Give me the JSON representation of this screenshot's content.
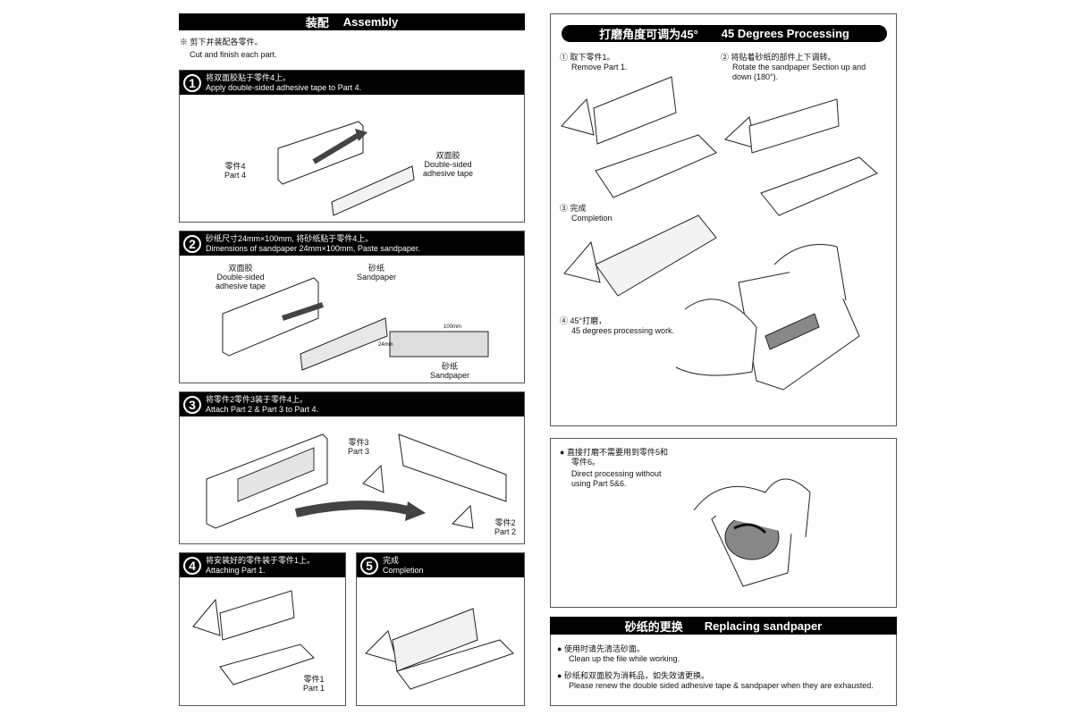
{
  "assembly": {
    "title_cn": "装配",
    "title_en": "Assembly",
    "note_cn": "※ 剪下并装配各零件。",
    "note_en": "Cut and finish each part."
  },
  "steps": [
    {
      "num": "1",
      "cn": "将双面胶贴于零件4上。",
      "en": "Apply double-sided adhesive tape to Part 4.",
      "labels": {
        "part_cn": "零件4",
        "part_en": "Part 4",
        "tape_cn": "双面胶",
        "tape_en1": "Double-sided",
        "tape_en2": "adhesive tape"
      }
    },
    {
      "num": "2",
      "cn": "砂纸尺寸24mm×100mm, 将砂纸贴于零件4上。",
      "en": "Dimensions of sandpaper 24mm×100mm, Paste sandpaper.",
      "labels": {
        "tape_cn": "双面胶",
        "tape_en1": "Double-sided",
        "tape_en2": "adhesive tape",
        "sand_cn": "砂纸",
        "sand_en": "Sandpaper",
        "dim_w": "100mm",
        "dim_h": "24mm",
        "sand2_cn": "砂纸",
        "sand2_en": "Sandpaper"
      }
    },
    {
      "num": "3",
      "cn": "将零件2零件3装于零件4上。",
      "en": "Attach Part 2 & Part 3 to Part 4.",
      "labels": {
        "p3_cn": "零件3",
        "p3_en": "Part 3",
        "p2_cn": "零件2",
        "p2_en": "Part 2"
      }
    },
    {
      "num": "4",
      "cn": "将安装好的零件装于零件1上。",
      "en": "Attaching Part 1.",
      "labels": {
        "p1_cn": "零件1",
        "p1_en": "Part 1"
      }
    },
    {
      "num": "5",
      "cn": "完成",
      "en": "Completion"
    }
  ],
  "processing": {
    "title_cn": "打磨角度可调为45°",
    "title_en": "45 Degrees Processing",
    "s1_cn": "① 取下零件1。",
    "s1_en": "Remove Part 1.",
    "s2_cn": "② 将贴着砂纸的部件上下调转。",
    "s2_en1": "Rotate the sandpaper Section up and",
    "s2_en2": "down (180°).",
    "s3_cn": "③ 完成",
    "s3_en": "Completion",
    "s4_cn": "④ 45°打磨，",
    "s4_en": "45 degrees processing work."
  },
  "direct": {
    "cn1": "直接打磨不需要用到零件5和",
    "cn2": "零件6。",
    "en1": "Direct processing without",
    "en2": "using Part 5&6."
  },
  "replace": {
    "title_cn": "砂纸的更换",
    "title_en": "Replacing sandpaper",
    "b1_cn": "使用时请先清洁砂面。",
    "b1_en": "Clean up the file while working.",
    "b2_cn": "砂纸和双面胶为消耗品，如失效请更换。",
    "b2_en": "Please renew the double sided adhesive tape & sandpaper when they are exhausted."
  }
}
